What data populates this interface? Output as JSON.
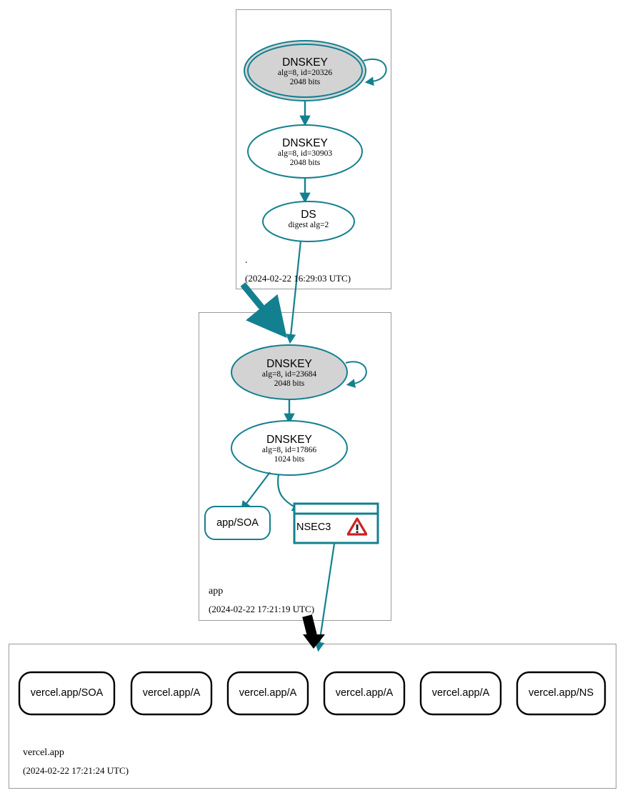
{
  "diagram": {
    "type": "dnssec-authentication-chain",
    "colors": {
      "edge_teal": "#13808f",
      "node_stroke_teal": "#13808f",
      "ksk_fill": "#d3d3d3",
      "zsk_fill": "#ffffff",
      "zone_border": "#9a9a9a",
      "rr_stroke_black": "#000000",
      "warning_red": "#cc2222",
      "delegation_black": "#000000"
    }
  },
  "zones": [
    {
      "id": "root",
      "name": ".",
      "timestamp": "(2024-02-22 16:29:03 UTC)",
      "nodes": [
        {
          "id": "root-ksk",
          "kind": "dnskey",
          "shape": "double-ellipse",
          "fill": "ksk_fill",
          "title": "DNSKEY",
          "line2": "alg=8, id=20326",
          "line3": "2048 bits",
          "self_sign": true
        },
        {
          "id": "root-zsk",
          "kind": "dnskey",
          "shape": "ellipse",
          "fill": "zsk_fill",
          "title": "DNSKEY",
          "line2": "alg=8, id=30903",
          "line3": "2048 bits",
          "self_sign": false
        },
        {
          "id": "root-ds",
          "kind": "ds",
          "shape": "ellipse",
          "fill": "zsk_fill",
          "title": "DS",
          "line2": "digest alg=2",
          "line3": "",
          "self_sign": false
        }
      ]
    },
    {
      "id": "app",
      "name": "app",
      "timestamp": "(2024-02-22 17:21:19 UTC)",
      "nodes": [
        {
          "id": "app-ksk",
          "kind": "dnskey",
          "shape": "ellipse",
          "fill": "ksk_fill",
          "title": "DNSKEY",
          "line2": "alg=8, id=23684",
          "line3": "2048 bits",
          "self_sign": true
        },
        {
          "id": "app-zsk",
          "kind": "dnskey",
          "shape": "ellipse",
          "fill": "zsk_fill",
          "title": "DNSKEY",
          "line2": "alg=8, id=17866",
          "line3": "1024 bits",
          "self_sign": false
        },
        {
          "id": "app-soa",
          "kind": "rrset",
          "shape": "rounded-box",
          "label": "app/SOA",
          "stroke": "node_stroke_teal"
        },
        {
          "id": "app-nsec3",
          "kind": "nsec3",
          "shape": "stacked-box",
          "label": "NSEC3",
          "warning": true,
          "warning_icon": "warning-triangle-icon",
          "stroke": "node_stroke_teal"
        }
      ]
    },
    {
      "id": "vercel-app",
      "name": "vercel.app",
      "timestamp": "(2024-02-22 17:21:24 UTC)",
      "nodes": [
        {
          "id": "rr-1",
          "kind": "rrset",
          "shape": "rounded-box",
          "label": "vercel.app/SOA",
          "stroke": "rr_stroke_black"
        },
        {
          "id": "rr-2",
          "kind": "rrset",
          "shape": "rounded-box",
          "label": "vercel.app/A",
          "stroke": "rr_stroke_black"
        },
        {
          "id": "rr-3",
          "kind": "rrset",
          "shape": "rounded-box",
          "label": "vercel.app/A",
          "stroke": "rr_stroke_black"
        },
        {
          "id": "rr-4",
          "kind": "rrset",
          "shape": "rounded-box",
          "label": "vercel.app/A",
          "stroke": "rr_stroke_black"
        },
        {
          "id": "rr-5",
          "kind": "rrset",
          "shape": "rounded-box",
          "label": "vercel.app/A",
          "stroke": "rr_stroke_black"
        },
        {
          "id": "rr-6",
          "kind": "rrset",
          "shape": "rounded-box",
          "label": "vercel.app/NS",
          "stroke": "rr_stroke_black"
        }
      ]
    }
  ],
  "edges": [
    {
      "id": "e-root-ksk-self",
      "from": "root-ksk",
      "to": "root-ksk",
      "style": "teal",
      "meaning": "self-signature"
    },
    {
      "id": "e-root-ksk-zsk",
      "from": "root-ksk",
      "to": "root-zsk",
      "style": "teal",
      "meaning": "signs"
    },
    {
      "id": "e-root-zsk-ds",
      "from": "root-zsk",
      "to": "root-ds",
      "style": "teal",
      "meaning": "signs"
    },
    {
      "id": "e-root-ds-app-ksk",
      "from": "root-ds",
      "to": "app-ksk",
      "style": "teal",
      "meaning": "delegation-signer"
    },
    {
      "id": "e-root-to-app-zone",
      "from": "root",
      "to": "app",
      "style": "teal-thick",
      "meaning": "zone-delegation"
    },
    {
      "id": "e-app-ksk-self",
      "from": "app-ksk",
      "to": "app-ksk",
      "style": "teal",
      "meaning": "self-signature"
    },
    {
      "id": "e-app-ksk-zsk",
      "from": "app-ksk",
      "to": "app-zsk",
      "style": "teal",
      "meaning": "signs"
    },
    {
      "id": "e-app-zsk-soa",
      "from": "app-zsk",
      "to": "app-soa",
      "style": "teal",
      "meaning": "signs"
    },
    {
      "id": "e-app-zsk-nsec3",
      "from": "app-zsk",
      "to": "app-nsec3",
      "style": "teal",
      "meaning": "signs"
    },
    {
      "id": "e-app-nsec3-child",
      "from": "app-nsec3",
      "to": "vercel-app",
      "style": "teal",
      "meaning": "proof-of-nonexistence"
    },
    {
      "id": "e-app-to-vercel-zone",
      "from": "app",
      "to": "vercel-app",
      "style": "black-thick",
      "meaning": "insecure-delegation"
    }
  ]
}
